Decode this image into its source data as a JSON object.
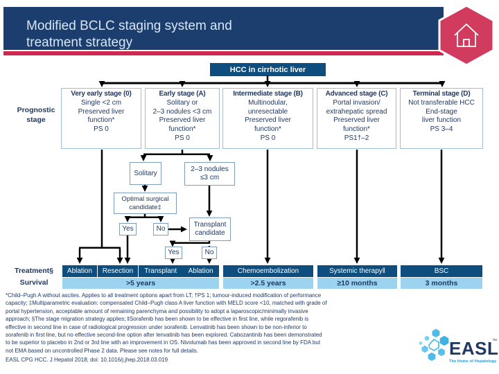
{
  "header": {
    "title_lines": [
      "Modified BCLC staging system and",
      "treatment strategy"
    ],
    "badge_icon": "home-icon"
  },
  "root": {
    "label": "HCC in cirrhotic liver"
  },
  "prognostic_label": [
    "Prognostic",
    "stage"
  ],
  "stages": [
    {
      "title": "Very early stage (0)",
      "lines": [
        "Single <2 cm",
        "Preserved liver",
        "function*",
        "PS 0"
      ]
    },
    {
      "title": "Early stage (A)",
      "lines": [
        "Solitary or",
        "2–3 nodules <3 cm",
        "Preserved liver",
        "function*",
        "PS 0"
      ]
    },
    {
      "title": "Intermediate stage (B)",
      "lines": [
        "Multinodular,",
        "unresectable",
        "Preserved liver",
        "function*",
        "PS 0"
      ]
    },
    {
      "title": "Advanced stage (C)",
      "lines": [
        "Portal invasion/",
        "extrahepatic spread",
        "Preserved liver",
        "function*",
        "PS1†–2"
      ]
    },
    {
      "title": "Terminal stage (D)",
      "lines": [
        "Not transferable HCC",
        "End-stage",
        "liver function",
        "PS 3–4"
      ]
    }
  ],
  "decision": {
    "solitary": "Solitary",
    "nodules": [
      "2–3 nodules",
      "≤3 cm"
    ],
    "optimal_surgical": [
      "Optimal surgical",
      "candidate‡"
    ],
    "optimal_yes": "Yes",
    "optimal_no": "No",
    "transplant": [
      "Transplant",
      "candidate"
    ],
    "transplant_yes": "Yes",
    "transplant_no": "No"
  },
  "treatment": {
    "label": "Treatment§",
    "bar1": [
      "Ablation",
      "Resection",
      "Transplant",
      "Ablation"
    ],
    "bar2": "Chemoembolization",
    "bar3": "Systemic therapy‖",
    "bar4": "BSC"
  },
  "survival": {
    "label": "Survival",
    "values": [
      ">5 years",
      ">2.5 years",
      "≥10 months",
      "3 months"
    ]
  },
  "footnotes": [
    "*Child–Pugh A without ascites. Applies to all treatment options apart from LT; †PS 1; tumour-induced modification of performance",
    "capacity; ‡Multiparametric evaluation: compensated Child–Pugh class A liver function with MELD score <10, matched with grade of",
    "portal hypertension, acceptable amount of remaining parenchyma and possibility to adopt a laparoscopic/minimally invasive",
    "approach; §The stage migration strategy applies; ‖Sorafenib has been shown to be effective in first line, while regorafenib is",
    "effective in second line in case of radiological progression under sorafenib. Lenvatinib has been shown to be non-inferior to",
    "sorafenib in first line, but no effective second-line option after lenvatinib has been explored. Cabozantinib has been demonstrated",
    "to be superior to placebo in 2nd or 3rd line with an improvement in OS. Nivolumab has been approved in second line by FDA but",
    "not EMA based on uncontrolled Phase 2 data. Please see notes for full details."
  ],
  "reference": "EASL CPG HCC. J Hepatol 2018; doi: 10.1016/j.jhep.2018.03.019",
  "logo": {
    "text": "EASL",
    "tm": "™",
    "tagline": "The Home of Hepatology",
    "cluster_icon": "easl-hexagon-cluster-icon"
  },
  "colors": {
    "banner_navy": "#1B3E6E",
    "bar_blue": "#0E4E7E",
    "survival_light_blue": "#9CD3EF",
    "accent_red": "#CE2850",
    "hexagon_red": "#D13C5E",
    "text_navy": "#1F3864"
  }
}
